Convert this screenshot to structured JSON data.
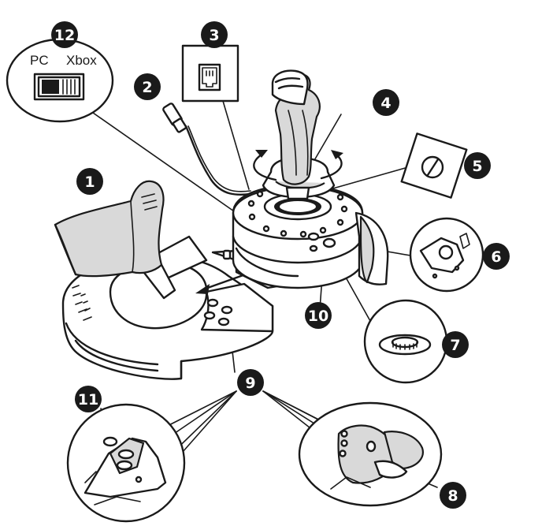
{
  "callouts": [
    {
      "id": "12",
      "label": "12"
    },
    {
      "id": "3",
      "label": "3"
    },
    {
      "id": "2",
      "label": "2"
    },
    {
      "id": "4",
      "label": "4"
    },
    {
      "id": "5",
      "label": "5"
    },
    {
      "id": "1",
      "label": "1"
    },
    {
      "id": "6",
      "label": "6"
    },
    {
      "id": "10",
      "label": "10"
    },
    {
      "id": "7",
      "label": "7"
    },
    {
      "id": "9",
      "label": "9"
    },
    {
      "id": "11",
      "label": "11"
    },
    {
      "id": "8",
      "label": "8"
    }
  ],
  "mode_switch": {
    "left_label": "PC",
    "right_label": "Xbox"
  },
  "colors": {
    "ink": "#1a1a1a",
    "fill": "#d9d9d9",
    "background": "#ffffff"
  }
}
